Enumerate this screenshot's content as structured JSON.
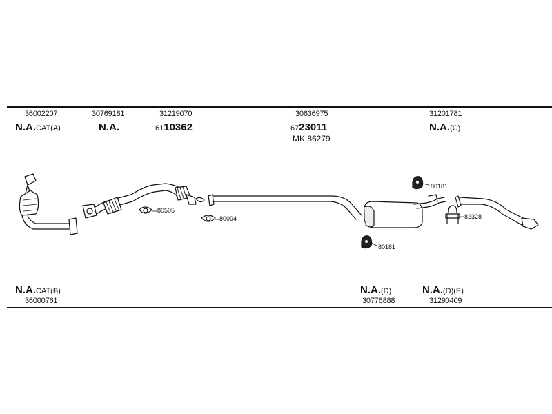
{
  "top_labels": {
    "p1": {
      "part_no": "36002207",
      "name": "N.A.",
      "suffix": "CAT(A)"
    },
    "p2": {
      "part_no": "30769181",
      "name": "N.A."
    },
    "p3": {
      "part_no": "31219070",
      "art_prefix": "61",
      "art_main": "10362"
    },
    "p4": {
      "part_no": "30636975",
      "art_prefix": "67",
      "art_main": "23011",
      "mk": "MK 86279"
    },
    "p5": {
      "part_no": "31201781",
      "name": "N.A.",
      "suffix": "(C)"
    }
  },
  "bottom_labels": {
    "b1": {
      "name": "N.A.",
      "suffix": "CAT(B)",
      "part_no": "36000761"
    },
    "b2": {
      "name": "N.A.",
      "suffix": "(D)",
      "part_no": "30776888"
    },
    "b3": {
      "name": "N.A.",
      "suffix": "(D)(E)",
      "part_no": "31290409"
    }
  },
  "callouts": {
    "c80505": "80505",
    "c80094": "80094",
    "c80181_top": "80181",
    "c80181_bottom": "80181",
    "c82328": "82328"
  }
}
